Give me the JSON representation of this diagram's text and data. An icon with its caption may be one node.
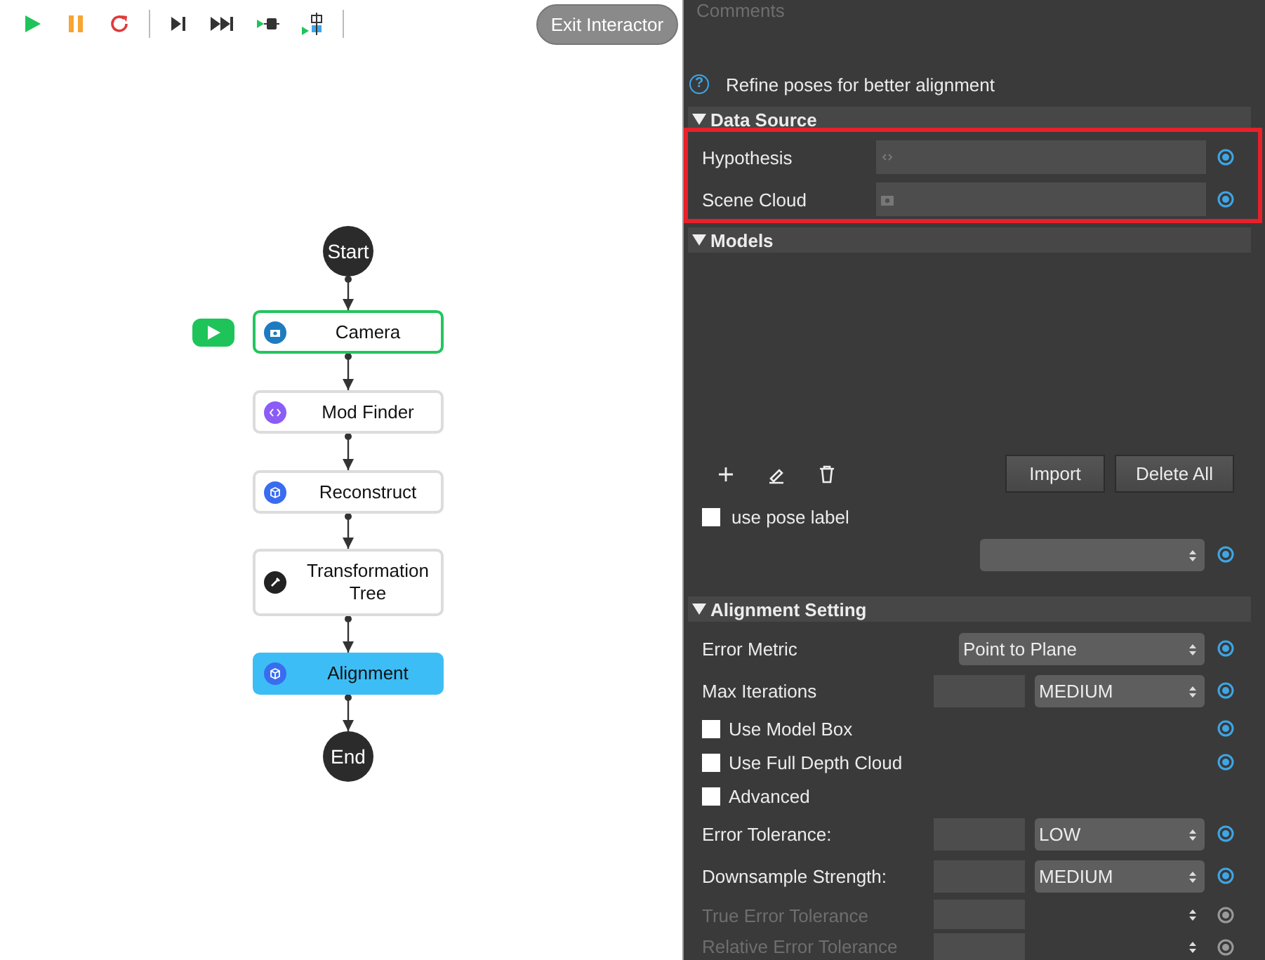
{
  "diagram": {
    "nodes": [
      {
        "text": [
          "Start"
        ]
      },
      {
        "text": [
          "Camera"
        ]
      },
      {
        "text": [
          "Mod Finder"
        ]
      },
      {
        "text": [
          "Reconstruct"
        ]
      },
      {
        "text": [
          "Transformation Tree"
        ]
      },
      {
        "text": [
          "Alignment"
        ]
      },
      {
        "text": [
          "End"
        ]
      }
    ],
    "edges": [
      {
        "from": 0,
        "to": 1,
        "arrow": "to"
      },
      {
        "from": 1,
        "to": 2,
        "arrow": "to"
      },
      {
        "from": 2,
        "to": 3,
        "arrow": "to"
      },
      {
        "from": 3,
        "to": 4,
        "arrow": "to"
      },
      {
        "from": 4,
        "to": 5,
        "arrow": "to"
      },
      {
        "from": 5,
        "to": 6,
        "arrow": "to"
      }
    ],
    "labels": [
      "Exit Interactor",
      "Comments",
      "Refine poses for better alignment",
      "Data Source",
      "Hypothesis",
      "Scene Cloud",
      "Models",
      "Import",
      "Delete All",
      "use pose label",
      "Alignment Setting",
      "Error Metric",
      "Point to Plane",
      "Max Iterations",
      "MEDIUM",
      "Use Model Box",
      "Use Full Depth Cloud",
      "Advanced",
      "Error Tolerance:",
      "LOW",
      "Downsample Strength:",
      "MEDIUM",
      "True Error Tolerance",
      "Relative Error Tolerance",
      "?"
    ]
  }
}
